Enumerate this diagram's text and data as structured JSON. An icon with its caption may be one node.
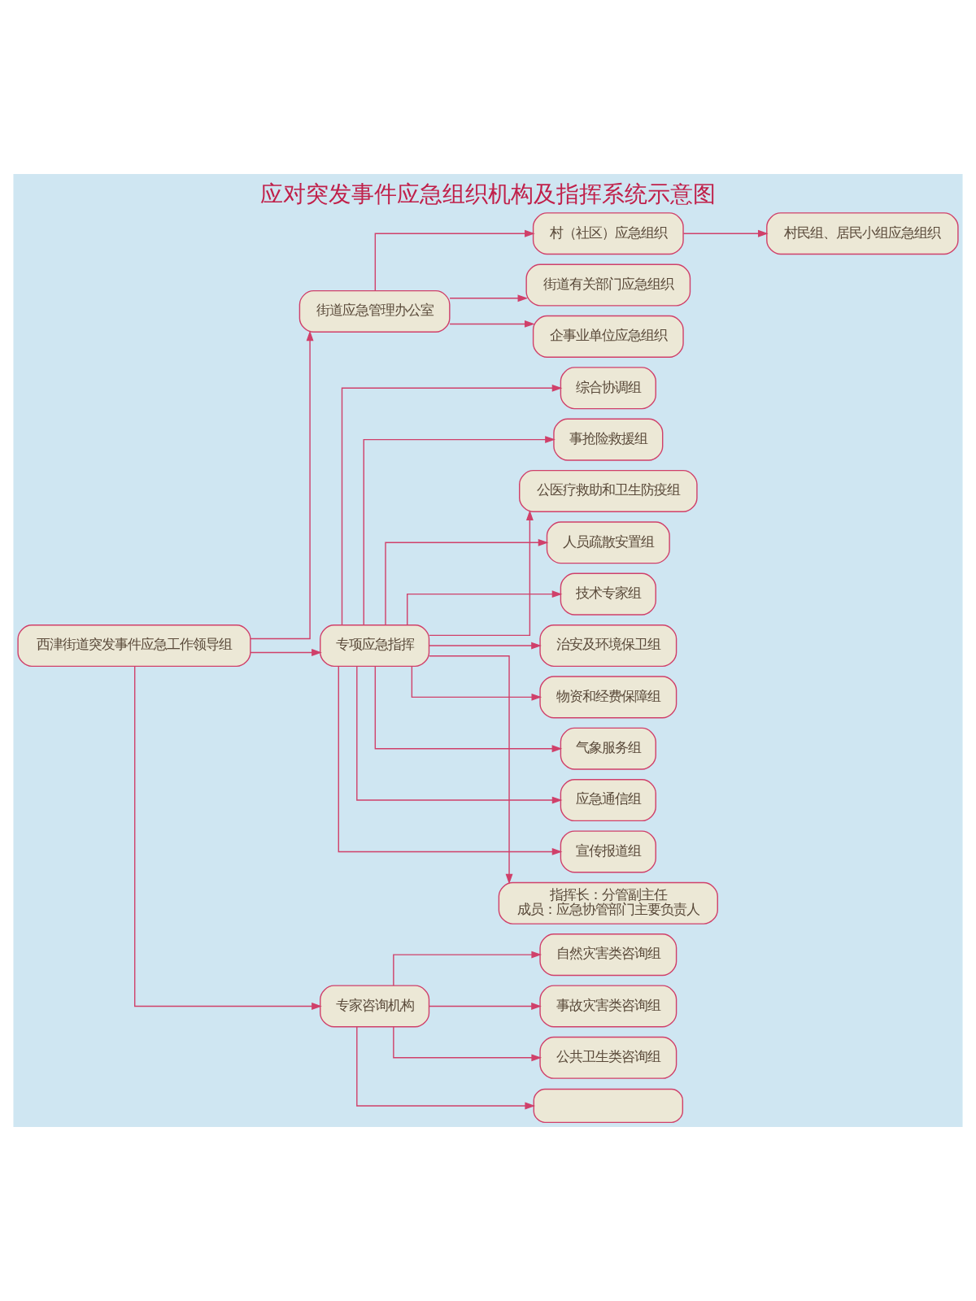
{
  "diagram": {
    "title": "应对突发事件应急组织机构及指挥系统示意图",
    "nodes": [
      {
        "text": [
          "西津街道突发事件应急工作领导组"
        ]
      },
      {
        "text": [
          "街道应急管理办公室"
        ]
      },
      {
        "text": [
          "专项应急指挥"
        ]
      },
      {
        "text": [
          "专家咨询机构"
        ]
      },
      {
        "text": [
          "村（社区）应急组织"
        ]
      },
      {
        "text": [
          "街道有关部门应急组织"
        ]
      },
      {
        "text": [
          "企事业单位应急组织"
        ]
      },
      {
        "text": [
          "村民组、居民小组应急组织"
        ]
      },
      {
        "text": [
          "综合协调组"
        ]
      },
      {
        "text": [
          "事抢险救援组"
        ]
      },
      {
        "text": [
          "公医疗救助和卫生防疫组"
        ]
      },
      {
        "text": [
          "人员疏散安置组"
        ]
      },
      {
        "text": [
          "技术专家组"
        ]
      },
      {
        "text": [
          "治安及环境保卫组"
        ]
      },
      {
        "text": [
          "物资和经费保障组"
        ]
      },
      {
        "text": [
          "气象服务组"
        ]
      },
      {
        "text": [
          "应急通信组"
        ]
      },
      {
        "text": [
          "宣传报道组"
        ]
      },
      {
        "text": [
          "指挥长：分管副主任",
          "成员：应急协管部门主要负责人"
        ]
      },
      {
        "text": [
          "自然灾害类咨询组"
        ]
      },
      {
        "text": [
          "事故灾害类咨询组"
        ]
      },
      {
        "text": [
          "公共卫生类咨询组"
        ]
      },
      {
        "text": [],
        "shape": "box"
      }
    ],
    "edges": [
      {
        "from": 0,
        "to": 1,
        "arrow": "to"
      },
      {
        "from": 0,
        "to": 2,
        "arrow": "to"
      },
      {
        "from": 0,
        "to": 3,
        "arrow": "to"
      },
      {
        "from": 1,
        "to": 4,
        "arrow": "to"
      },
      {
        "from": 1,
        "to": 5,
        "arrow": "to"
      },
      {
        "from": 1,
        "to": 6,
        "arrow": "to"
      },
      {
        "from": 4,
        "to": 7,
        "arrow": "to"
      },
      {
        "from": 2,
        "to": 8,
        "arrow": "to"
      },
      {
        "from": 2,
        "to": 9,
        "arrow": "to"
      },
      {
        "from": 2,
        "to": 10,
        "arrow": "to"
      },
      {
        "from": 2,
        "to": 11,
        "arrow": "to"
      },
      {
        "from": 2,
        "to": 12,
        "arrow": "to"
      },
      {
        "from": 2,
        "to": 13,
        "arrow": "to"
      },
      {
        "from": 2,
        "to": 14,
        "arrow": "to"
      },
      {
        "from": 2,
        "to": 15,
        "arrow": "to"
      },
      {
        "from": 2,
        "to": 16,
        "arrow": "to"
      },
      {
        "from": 2,
        "to": 17,
        "arrow": "to"
      },
      {
        "from": 2,
        "to": 18,
        "arrow": "to"
      },
      {
        "from": 3,
        "to": 19,
        "arrow": "to"
      },
      {
        "from": 3,
        "to": 20,
        "arrow": "to"
      },
      {
        "from": 3,
        "to": 21,
        "arrow": "to"
      },
      {
        "from": 3,
        "to": 22,
        "arrow": "to"
      }
    ]
  }
}
